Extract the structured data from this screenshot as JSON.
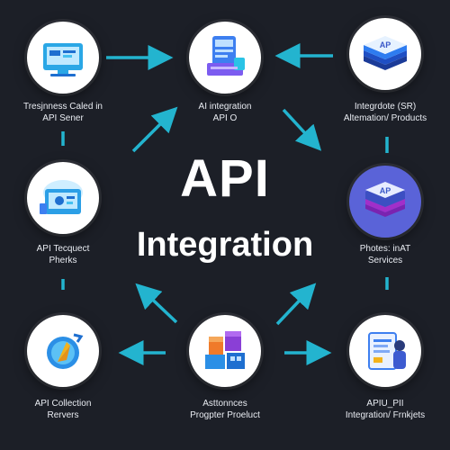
{
  "title": {
    "line1": "API",
    "line2": "Integration"
  },
  "accent_color": "#23b4cf",
  "nodes": [
    {
      "id": "top-left",
      "icon": "dashboard-screen-icon",
      "lines": [
        "Tresjnness Caled in",
        "API Sener"
      ]
    },
    {
      "id": "top-center",
      "icon": "server-devices-icon",
      "lines": [
        "AI integration",
        "API O"
      ]
    },
    {
      "id": "top-right",
      "icon": "layered-api-stack-icon",
      "lines": [
        "Integrdote (SR)",
        "Altemation/ Products"
      ]
    },
    {
      "id": "middle-left",
      "icon": "cloud-monitor-icon",
      "lines": [
        "API Tecquect",
        "Pherks"
      ]
    },
    {
      "id": "middle-right",
      "icon": "api-chip-stack-icon",
      "lines": [
        "Photes: inAT",
        "Services"
      ]
    },
    {
      "id": "bottom-left",
      "icon": "compass-arrow-icon",
      "lines": [
        "API Collection",
        "Rervers"
      ]
    },
    {
      "id": "bottom-center",
      "icon": "cube-blocks-icon",
      "lines": [
        "Asttonnces",
        "Progpter Proeluct"
      ]
    },
    {
      "id": "bottom-right",
      "icon": "document-person-icon",
      "lines": [
        "APIU_PII",
        "Integration/ Frnkjets"
      ]
    }
  ]
}
